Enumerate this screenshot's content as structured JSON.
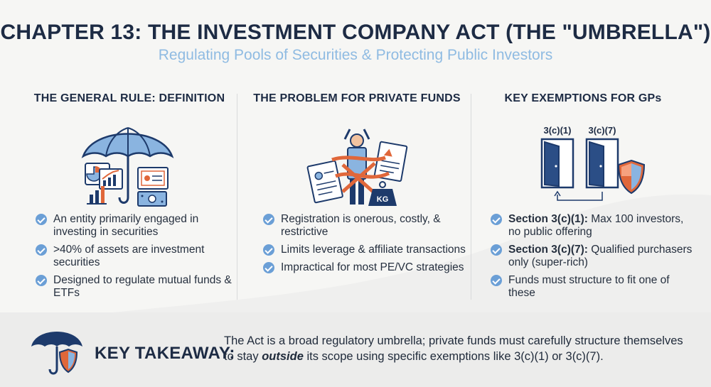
{
  "header": {
    "title": "CHAPTER 13: THE INVESTMENT COMPANY ACT (THE \"UMBRELLA\")",
    "subtitle": "Regulating Pools of Securities & Protecting Public Investors"
  },
  "columns": [
    {
      "heading": "THE GENERAL RULE: DEFINITION",
      "bullets": [
        "An entity primarily engaged in investing in securities",
        ">40% of assets are investment securities",
        "Designed to regulate mutual funds & ETFs"
      ]
    },
    {
      "heading": "THE PROBLEM FOR PRIVATE FUNDS",
      "weight_label": "KG",
      "bullets": [
        "Registration is onerous, costly, & restrictive",
        "Limits leverage & affiliate transactions",
        "Impractical for most PE/VC strategies"
      ]
    },
    {
      "heading": "KEY EXEMPTIONS FOR GPs",
      "door_labels": [
        "3(c)(1)",
        "3(c)(7)"
      ],
      "bullets": [
        {
          "bold": "Section 3(c)(1):",
          "text": " Max 100 investors, no public offering"
        },
        {
          "bold": "Section 3(c)(7):",
          "text": " Qualified purchasers only (super-rich)"
        },
        {
          "bold": "",
          "text": "Funds must structure to fit one of these"
        }
      ]
    }
  ],
  "takeaway": {
    "label": "KEY TAKEAWAY:",
    "text_before": "The Act is a broad regulatory umbrella; private funds must carefully structure themselves to stay ",
    "text_emphasis": "outside",
    "text_after": " its scope using specific exemptions like 3(c)(1) or 3(c)(7)."
  },
  "colors": {
    "navy": "#1d3a6b",
    "umbrella_blue": "#8ab4e0",
    "accent_orange": "#e0673a",
    "check_blue": "#6b9fd6"
  }
}
